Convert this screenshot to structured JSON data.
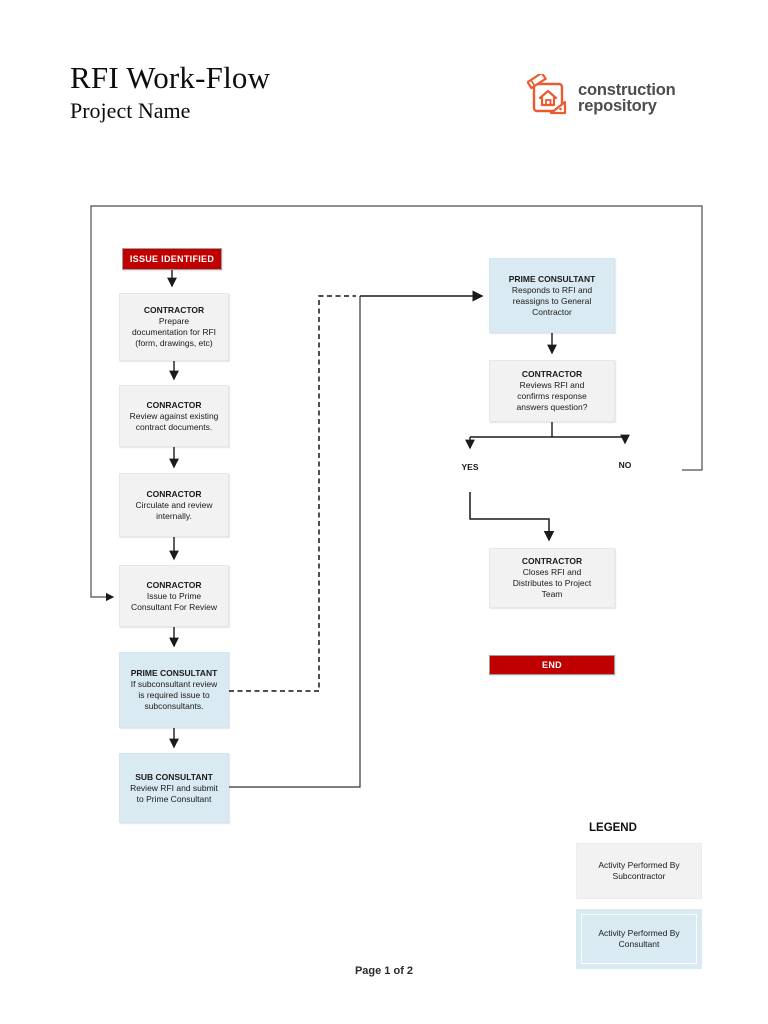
{
  "header": {
    "title": "RFI Work-Flow",
    "subtitle": "Project Name"
  },
  "logo": {
    "name": "construction repository",
    "line1": "construction",
    "line2": "repository",
    "accent_color": "#E95C2E",
    "text_color": "#4D4D4F"
  },
  "flowchart": {
    "labels": {
      "yes": "YES",
      "no": "NO"
    },
    "nodes": [
      {
        "id": "issue-identified",
        "kind": "terminator",
        "title": "ISSUE IDENTIFIED",
        "lines": []
      },
      {
        "id": "prepare-documentation",
        "kind": "contractor",
        "title": "CONTRACTOR",
        "lines": [
          "Prepare",
          "documentation for RFI",
          "(form, drawings, etc)"
        ]
      },
      {
        "id": "review-contract-documents",
        "kind": "contractor",
        "title": "CONRACTOR",
        "lines": [
          "Review against existing",
          "contract documents."
        ]
      },
      {
        "id": "circulate-review-internally",
        "kind": "contractor",
        "title": "CONRACTOR",
        "lines": [
          "Circulate and review",
          "internally."
        ]
      },
      {
        "id": "issue-to-prime-consultant",
        "kind": "contractor",
        "title": "CONRACTOR",
        "lines": [
          "Issue to Prime",
          "Consultant For Review"
        ]
      },
      {
        "id": "prime-consultant-subconsultants",
        "kind": "consultant",
        "title": "PRIME CONSULTANT",
        "lines": [
          "If subconsultant review",
          "is required issue to",
          "subconsultants."
        ]
      },
      {
        "id": "sub-consultant-review",
        "kind": "consultant",
        "title": "SUB CONSULTANT",
        "lines": [
          "Review RFI and submit",
          "to Prime Consultant"
        ]
      },
      {
        "id": "prime-consultant-responds",
        "kind": "consultant",
        "title": "PRIME CONSULTANT",
        "lines": [
          "Responds to RFI and",
          "reassigns to General",
          "Contractor"
        ]
      },
      {
        "id": "contractor-reviews-rfi",
        "kind": "contractor",
        "title": "CONTRACTOR",
        "lines": [
          "Reviews RFI and",
          "confirms response",
          "answers question?"
        ]
      },
      {
        "id": "contractor-closes-rfi",
        "kind": "contractor",
        "title": "CONTRACTOR",
        "lines": [
          "Closes RFI and",
          "Distributes to Project",
          "Team"
        ]
      },
      {
        "id": "end",
        "kind": "terminator",
        "title": "END",
        "lines": []
      }
    ]
  },
  "legend": {
    "title": "LEGEND",
    "items": [
      {
        "style": "gray",
        "lines": [
          "Activity Performed By",
          "Subcontractor"
        ]
      },
      {
        "style": "blue",
        "lines": [
          "Activity Performed By",
          "Consultant"
        ]
      }
    ]
  },
  "footer": {
    "page": "Page 1 of 2"
  },
  "colors": {
    "terminator_red": "#C00000",
    "contractor_gray": "#F2F2F2",
    "consultant_blue": "#DAEAF2",
    "connector": "#1A1A1A"
  }
}
